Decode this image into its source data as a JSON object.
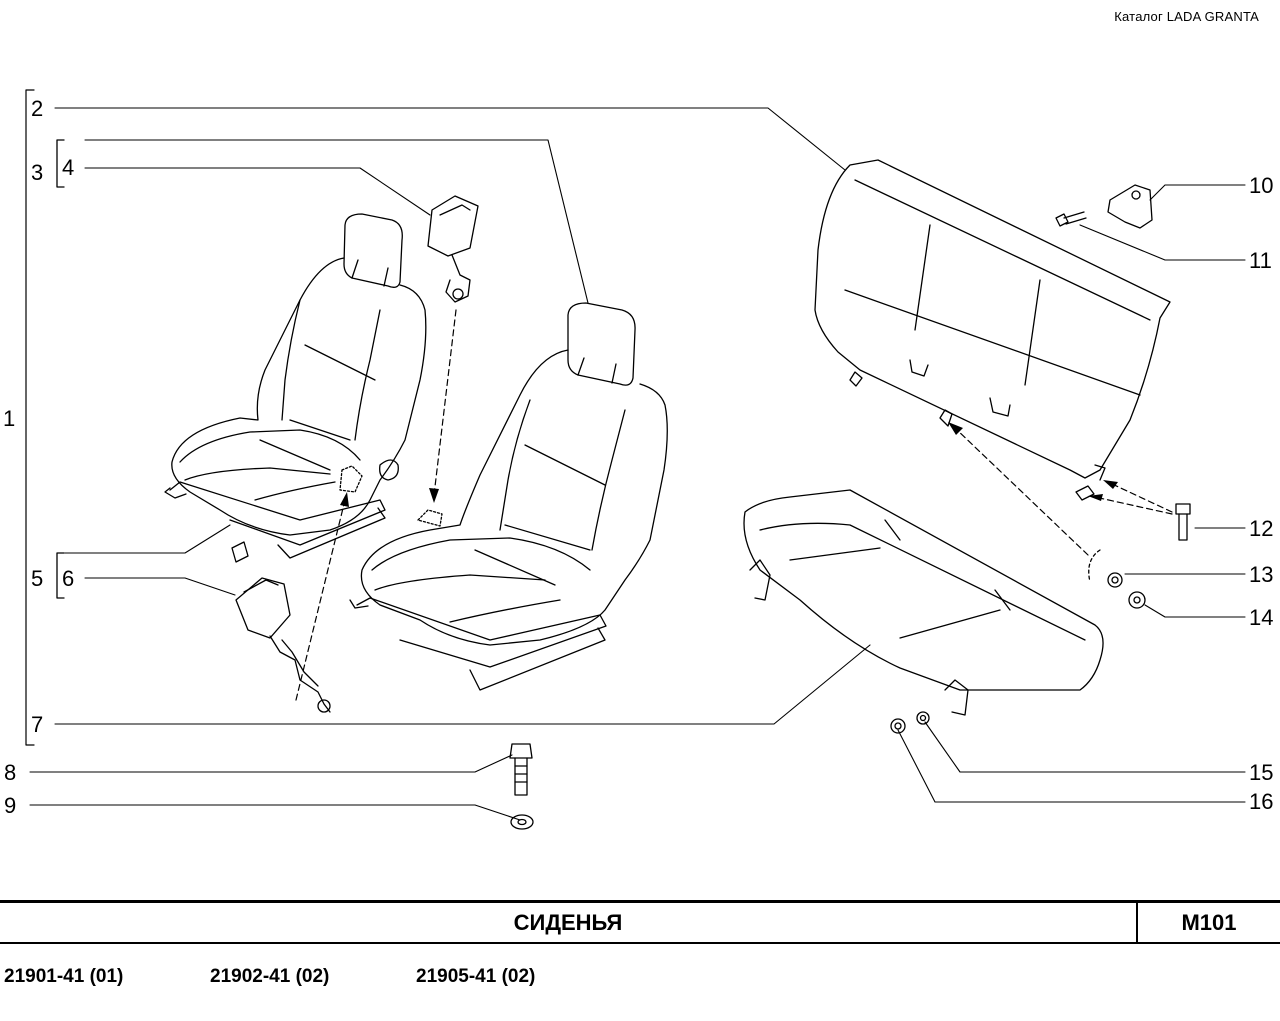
{
  "catalog": "Каталог  LADA  GRANTA",
  "callouts": [
    {
      "id": "1",
      "label": "1"
    },
    {
      "id": "2",
      "label": "2"
    },
    {
      "id": "3",
      "label": "3"
    },
    {
      "id": "4",
      "label": "4"
    },
    {
      "id": "5",
      "label": "5"
    },
    {
      "id": "6",
      "label": "6"
    },
    {
      "id": "7",
      "label": "7"
    },
    {
      "id": "8",
      "label": "8"
    },
    {
      "id": "9",
      "label": "9"
    },
    {
      "id": "10",
      "label": "10"
    },
    {
      "id": "11",
      "label": "11"
    },
    {
      "id": "12",
      "label": "12"
    },
    {
      "id": "13",
      "label": "13"
    },
    {
      "id": "14",
      "label": "14"
    },
    {
      "id": "15",
      "label": "15"
    },
    {
      "id": "16",
      "label": "16"
    }
  ],
  "footer": {
    "title": "СИДЕНЬЯ",
    "code": "М101"
  },
  "models": [
    "21901-41 (01)",
    "21902-41 (02)",
    "21905-41 (02)"
  ]
}
